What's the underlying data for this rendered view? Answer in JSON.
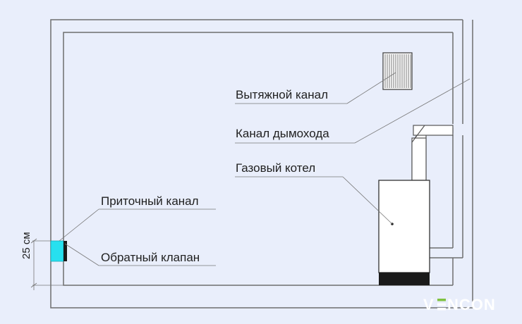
{
  "labels": {
    "exhaust": "Вытяжной канал",
    "chimney": "Канал дымохода",
    "boiler": "Газовый котел",
    "inlet": "Приточный канал",
    "valve": "Обратный клапан"
  },
  "dimension": "25 см",
  "logo": {
    "prefix": "V",
    "suffix": "NCON"
  },
  "colors": {
    "background": "#e9eefb",
    "walls": "#6e6e6e",
    "inlet_fill": "#27e0ef",
    "boiler_base": "#1a1a1a",
    "logo_text": "#ffffff",
    "logo_accent": "#7fc241"
  }
}
